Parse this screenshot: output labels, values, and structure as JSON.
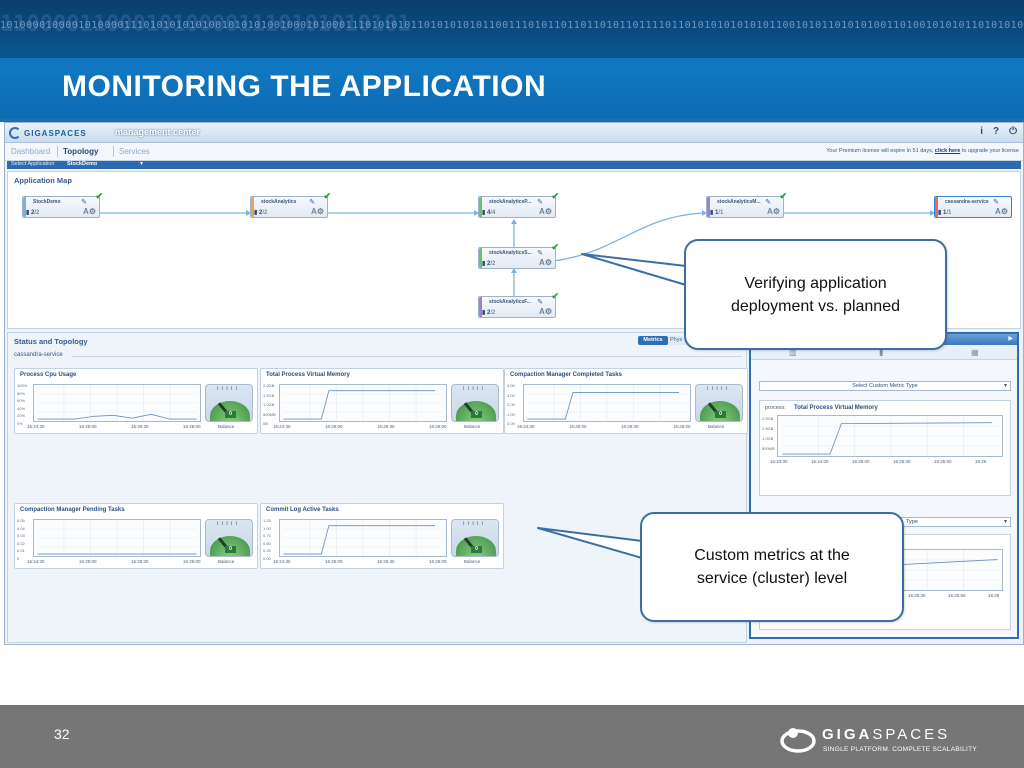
{
  "slide": {
    "title": "MONITORING THE APPLICATION",
    "binary_strip": "10100001000010100001110101010101001010101001000101000111010101011010101010110011101011011011010110111101101010101010101100101011010101001101001010101101010101001010",
    "binary_big": "1100001100010100001110101010101",
    "page_number": "32"
  },
  "app": {
    "logo_text": "GIGASPACES",
    "header_title": "management center",
    "header_icons": [
      "i",
      "?",
      "⏻"
    ],
    "nav": {
      "dashboard": "Dashboard",
      "topology": "Topology",
      "services": "Services"
    },
    "license_text": "Your Premium license will expire in 51 days,",
    "license_link": "click here",
    "license_suffix": "to upgrade your license",
    "select_label": "Select Application",
    "select_value": "StockDemo",
    "map": {
      "title": "Application Map",
      "nodes": [
        {
          "name": "StockDemo",
          "count": "2",
          "total": "2",
          "stripe": "#6fb6e8"
        },
        {
          "name": "stockAnalytics",
          "count": "2",
          "total": "2",
          "stripe": "#f0a24a"
        },
        {
          "name": "stockAnalyticsP...",
          "count": "4",
          "total": "4",
          "stripe": "#6ec06e"
        },
        {
          "name": "stockAnalyticsM...",
          "count": "1",
          "total": "1",
          "stripe": "#9b7fd1"
        },
        {
          "name": "cassandra-service",
          "count": "1",
          "total": "1",
          "stripe": "#e06c6c"
        },
        {
          "name": "stockAnalyticsS...",
          "count": "2",
          "total": "2",
          "stripe": "#6ec06e"
        },
        {
          "name": "stockAnalyticsF...",
          "count": "2",
          "total": "2",
          "stripe": "#9b7fd1"
        }
      ]
    },
    "status": {
      "title": "Status and Topology",
      "service": "cassandra-service",
      "tab_metrics": "Metrics",
      "tab_physical": "Phys",
      "cards": [
        {
          "title": "Process Cpu Usage",
          "y_ticks": [
            "100%",
            "80%",
            "60%",
            "40%",
            "20%",
            "0%"
          ],
          "x_ticks": [
            "16:24:30",
            "16:25:00",
            "16:25:30",
            "16:26:00"
          ],
          "gauge_label": "Balance",
          "gauge_value": "0"
        },
        {
          "title": "Total Process Virtual Memory",
          "y_ticks": [
            "2.0GB",
            "1.5GB",
            "1.0GB",
            "500MB",
            "0B"
          ],
          "x_ticks": [
            "16:24:30",
            "16:25:00",
            "16:25:30",
            "16:26:00"
          ],
          "gauge_label": "Balance",
          "gauge_value": "0"
        },
        {
          "title": "Compaction Manager Completed Tasks",
          "y_ticks": [
            "4.00",
            "3.00",
            "2.00",
            "1.00",
            "0.00"
          ],
          "x_ticks": [
            "16:24:30",
            "16:25:00",
            "16:25:30",
            "16:26:00"
          ],
          "gauge_label": "Balance",
          "gauge_value": "0"
        },
        {
          "title": "Compaction Manager Pending Tasks",
          "y_ticks": [
            "0.05",
            "0.04",
            "0.03",
            "0.02",
            "0.01",
            "0"
          ],
          "x_ticks": [
            "16:24:30",
            "16:25:00",
            "16:25:30",
            "16:26:00"
          ],
          "gauge_label": "Balance",
          "gauge_value": "0"
        },
        {
          "title": "Commit Log Active Tasks",
          "y_ticks": [
            "1.25",
            "1.00",
            "0.75",
            "0.50",
            "0.25",
            "0.00"
          ],
          "x_ticks": [
            "16:24:30",
            "16:25:00",
            "16:25:30",
            "16:26:00"
          ],
          "gauge_label": "Balance",
          "gauge_value": "0"
        }
      ]
    },
    "right_panel": {
      "select_custom": "Select Custom Metric Type",
      "card_label": "process:",
      "card_title": "Total Process Virtual Memory",
      "y_ticks": [
        "2.0GB",
        "1.5GB",
        "1.0GB",
        "500MB"
      ],
      "x_ticks": [
        "16:24:30",
        "16:24:00",
        "16:25:00",
        "16:25:30",
        "16:25:50",
        "16:26"
      ],
      "select2_text": "Type",
      "x_ticks2": [
        "16:25:30",
        "16:25:50",
        "16:26"
      ]
    }
  },
  "callouts": {
    "top": "Verifying application deployment vs. planned",
    "bottom": "Custom metrics at the service (cluster) level"
  },
  "footer": {
    "brand_bold": "GIGA",
    "brand_rest": "SPACES",
    "tagline": "SINGLE PLATFORM. COMPLETE SCALABILITY"
  }
}
